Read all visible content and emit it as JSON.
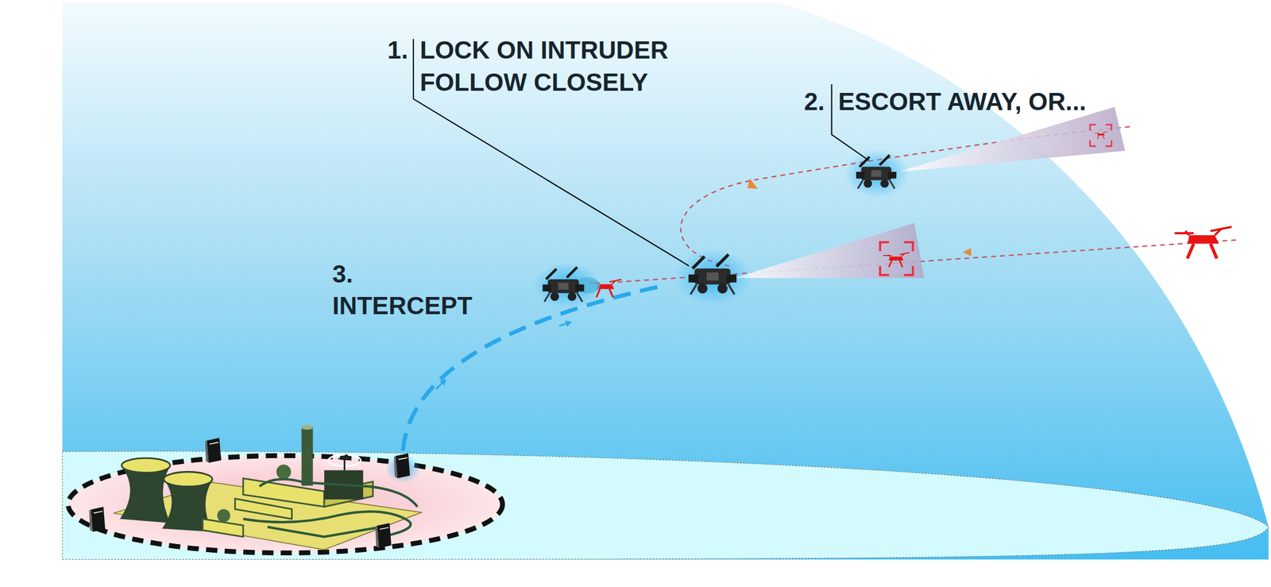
{
  "diagram": {
    "labels": [
      "1.",
      "LOCK ON INTRUDER FOLLOW CLOSELY",
      "2.",
      "ESCORT AWAY, OR...",
      "3.",
      "INTERCEPT"
    ]
  }
}
